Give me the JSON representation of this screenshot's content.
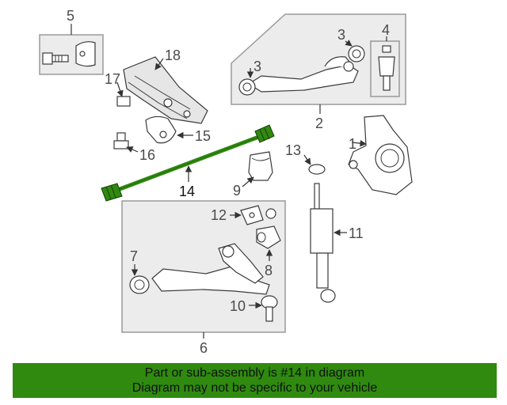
{
  "callouts": {
    "n1": "1",
    "n2": "2",
    "n3a": "3",
    "n3b": "3",
    "n4": "4",
    "n5": "5",
    "n6": "6",
    "n7": "7",
    "n8": "8",
    "n9": "9",
    "n10": "10",
    "n11": "11",
    "n12": "12",
    "n13": "13",
    "n14": "14",
    "n15": "15",
    "n16": "16",
    "n17": "17",
    "n18": "18"
  },
  "highlight_color": "#2f8a0f",
  "banner": {
    "line1": "Part or sub-assembly is #14 in diagram",
    "line2": "Diagram may not be specific to your vehicle"
  }
}
